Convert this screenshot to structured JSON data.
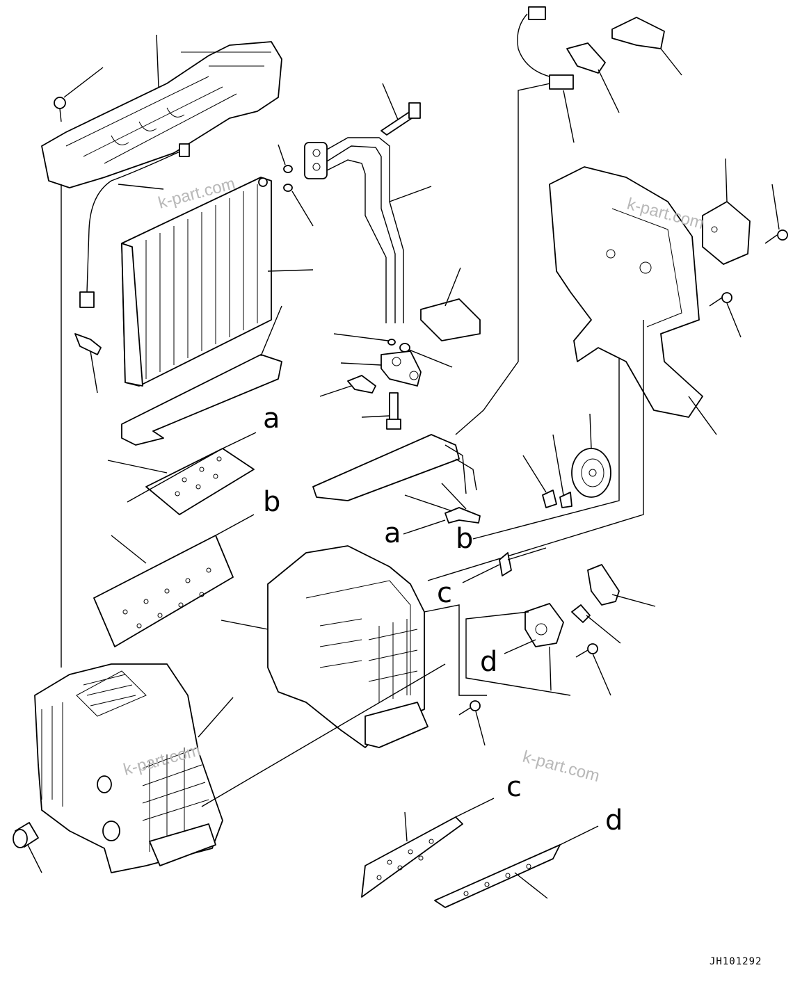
{
  "diagram": {
    "ref_labels": [
      "a",
      "b",
      "a",
      "b",
      "c",
      "d",
      "c",
      "d"
    ],
    "watermark": "k-part.com",
    "drawing_code": "JH101292"
  }
}
